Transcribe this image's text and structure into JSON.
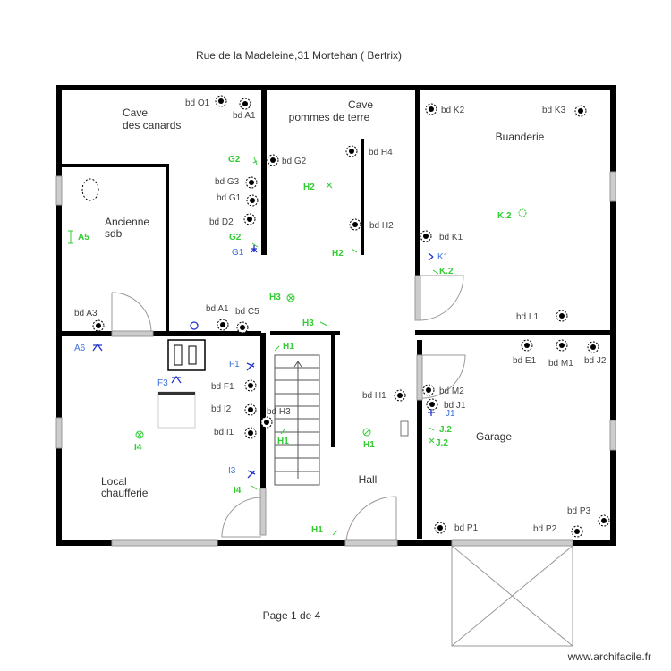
{
  "title": "Rue de la Madeleine,31 Mortehan ( Bertrix)",
  "footer": {
    "page": "Page 1 de 4",
    "site": "www.archifacile.fr"
  },
  "rooms": {
    "cave_canards_1": "Cave",
    "cave_canards_2": "des canards",
    "cave_pommes_1": "Cave",
    "cave_pommes_2": "pommes de terre",
    "buanderie": "Buanderie",
    "sdb_1": "Ancienne",
    "sdb_2": "sdb",
    "chauff_1": "Local",
    "chauff_2": "chaufferie",
    "hall": "Hall",
    "garage": "Garage"
  },
  "outlets": {
    "o1": "bd O1",
    "a1": "bd A1",
    "g2": "bd G2",
    "g3": "bd G3",
    "g1": "bd G1",
    "d2": "bd D2",
    "a3": "bd A3",
    "a1b": "bd A1",
    "c5": "bd C5",
    "h4": "bd H4",
    "h2": "bd H2",
    "k2": "bd K2",
    "k3": "bd K3",
    "k1": "bd K1",
    "l1": "bd L1",
    "f1": "bd F1",
    "i2": "bd I2",
    "h3": "bd H3",
    "i1": "bd I1",
    "h1": "bd H1",
    "m2": "bd M2",
    "j1": "bd J1",
    "e1": "bd E1",
    "m1": "bd M1",
    "j2": "bd J2",
    "p1": "bd P1",
    "p2": "bd P2",
    "p3": "bd P3"
  },
  "lights_switches": {
    "g2a": "G2",
    "g2b": "G2",
    "h2a": "H2",
    "h2b": "H2",
    "h3a": "H3",
    "h3b": "H3",
    "h1a": "H1",
    "h1b": "H1",
    "h1c": "H1",
    "h1d": "H1",
    "a5": "A5",
    "i4a": "I4",
    "i4b": "I4",
    "k2a": "K.2",
    "k2b": "K.2",
    "j2a": "J.2",
    "j2b": "J.2"
  },
  "points": {
    "g1": "G1",
    "a6": "A6",
    "f1": "F1",
    "f3": "F3",
    "i3": "I3",
    "k1": "K1",
    "j1": "J1"
  },
  "colors": {
    "walls": "#000000",
    "light_switch": "#33cc33",
    "point": "#3a6fd8",
    "outlet_text": "#444444"
  }
}
